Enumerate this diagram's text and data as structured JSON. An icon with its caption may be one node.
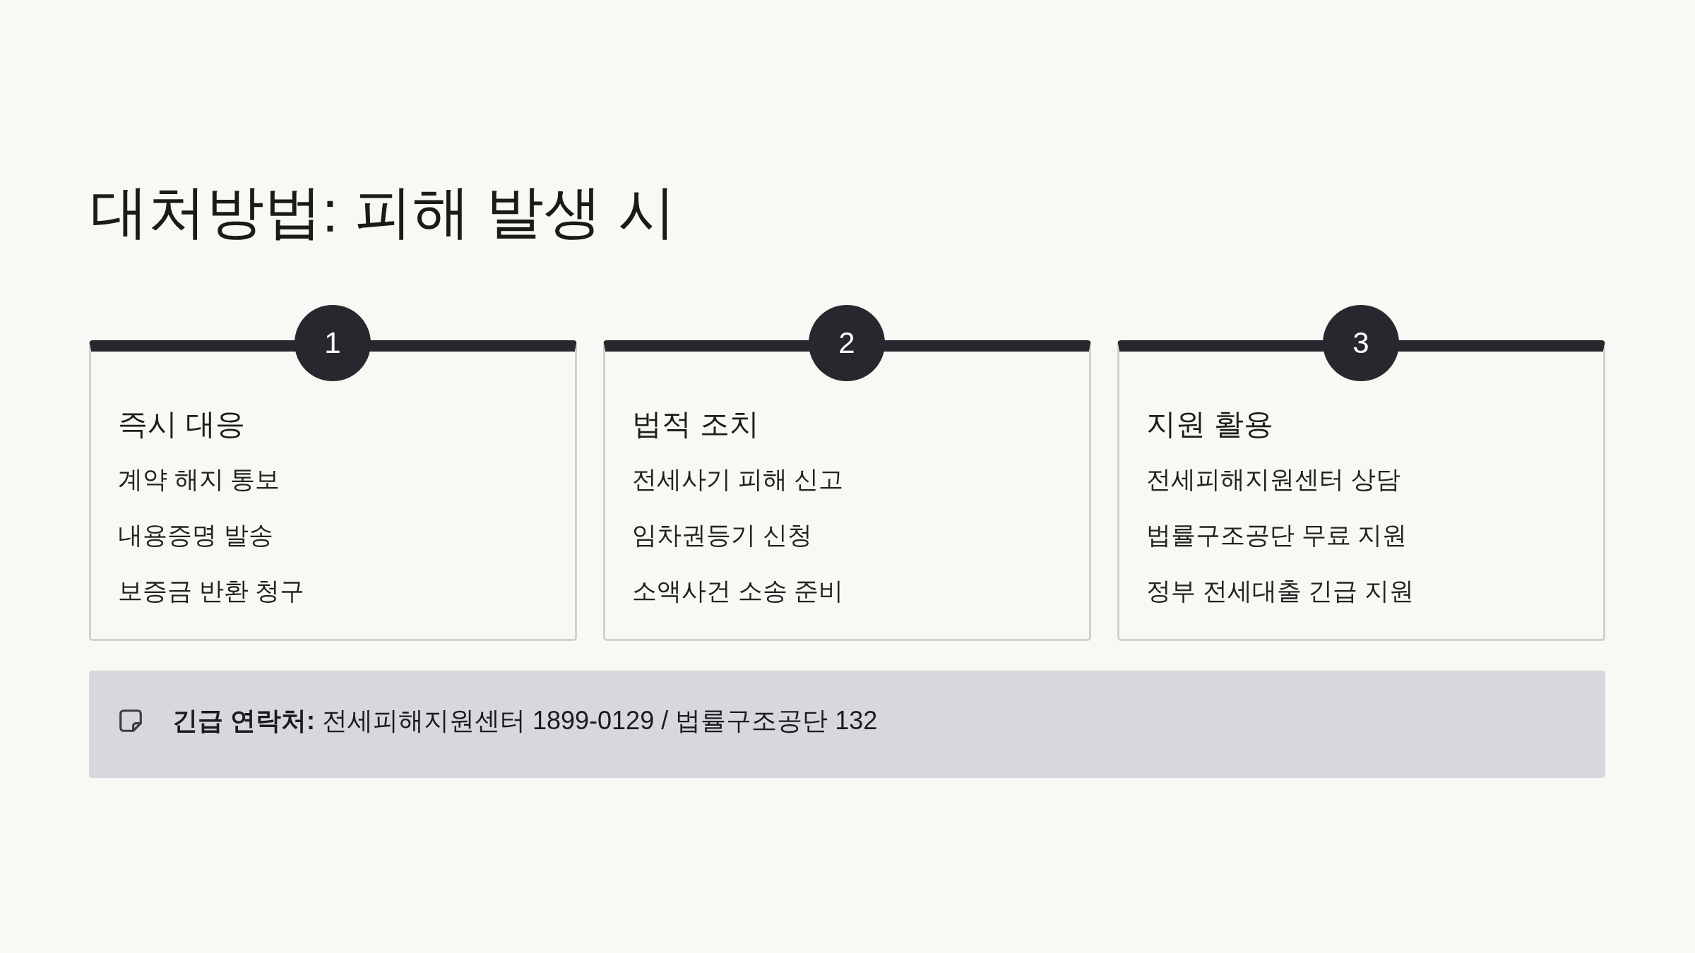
{
  "diagram": {
    "title": "대처방법: 피해 발생 시",
    "nodes": [
      {
        "text": [
          "1"
        ]
      },
      {
        "text": [
          "즉시 대응",
          "계약 해지 통보",
          "내용증명 발송",
          "보증금 반환 청구"
        ]
      },
      {
        "text": [
          "2"
        ]
      },
      {
        "text": [
          "법적 조치",
          "전세사기 피해 신고",
          "임차권등기 신청",
          "소액사건 소송 준비"
        ]
      },
      {
        "text": [
          "3"
        ]
      },
      {
        "text": [
          "지원 활용",
          "전세피해지원센터 상담",
          "법률구조공단 무료 지원",
          "정부 전세대출 긴급 지원"
        ]
      },
      {
        "text": [
          "**긴급 연락처:** 전세피해지원센터 1899-0129 / 법률구조공단 132"
        ]
      }
    ],
    "edges": []
  }
}
